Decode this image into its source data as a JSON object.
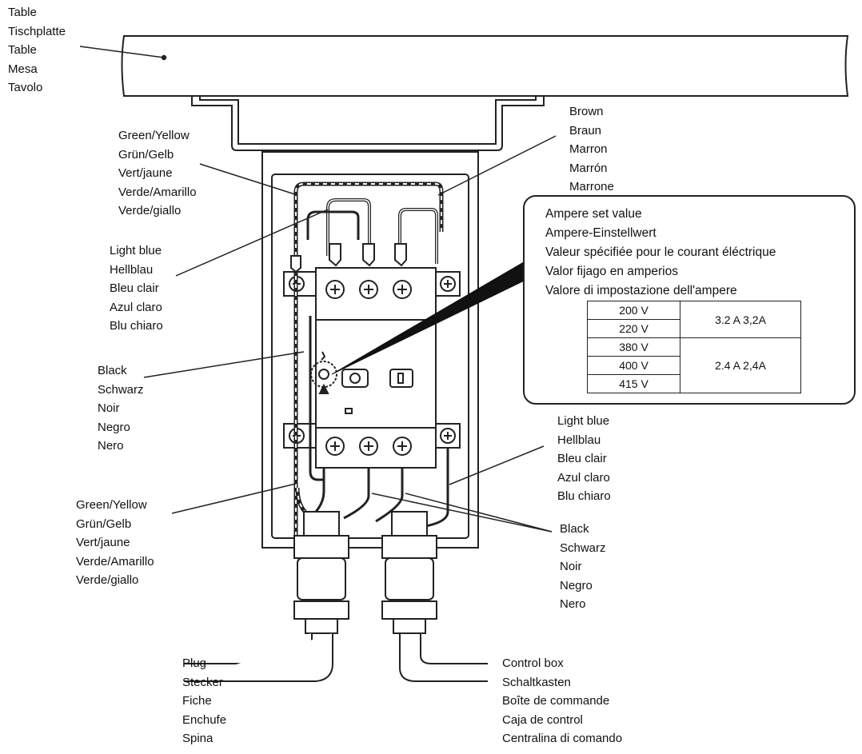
{
  "labels": {
    "table": [
      "Table",
      "Tischplatte",
      "Table",
      "Mesa",
      "Tavolo"
    ],
    "green_yellow_top": [
      "Green/Yellow",
      "Grün/Gelb",
      "Vert/jaune",
      "Verde/Amarillo",
      "Verde/giallo"
    ],
    "brown": [
      "Brown",
      "Braun",
      "Marron",
      "Marrón",
      "Marrone"
    ],
    "light_blue_left": [
      "Light blue",
      "Hellblau",
      "Bleu clair",
      "Azul claro",
      "Blu chiaro"
    ],
    "black_left": [
      "Black",
      "Schwarz",
      "Noir",
      "Negro",
      "Nero"
    ],
    "light_blue_right": [
      "Light blue",
      "Hellblau",
      "Bleu clair",
      "Azul claro",
      "Blu chiaro"
    ],
    "green_yellow_bottom": [
      "Green/Yellow",
      "Grün/Gelb",
      "Vert/jaune",
      "Verde/Amarillo",
      "Verde/giallo"
    ],
    "black_right": [
      "Black",
      "Schwarz",
      "Noir",
      "Negro",
      "Nero"
    ],
    "plug": [
      "Plug",
      "Stecker",
      "Fiche",
      "Enchufe",
      "Spina"
    ],
    "control_box": [
      "Control box",
      "Schaltkasten",
      "Boîte de commande",
      "Caja de control",
      "Centralina di comando"
    ]
  },
  "ampere": {
    "lines": [
      "Ampere set value",
      "Ampere-Einstellwert",
      "Valeur spécifiée pour le courant éléctrique",
      "Valor fijago en amperios",
      "Valore di impostazione dell'ampere"
    ],
    "table": {
      "v1": "200 V",
      "v2": "220 V",
      "a1": "3.2 A  3,2A",
      "v3": "380 V",
      "v4": "400 V",
      "v5": "415 V",
      "a2": "2.4 A  2,4A"
    }
  }
}
